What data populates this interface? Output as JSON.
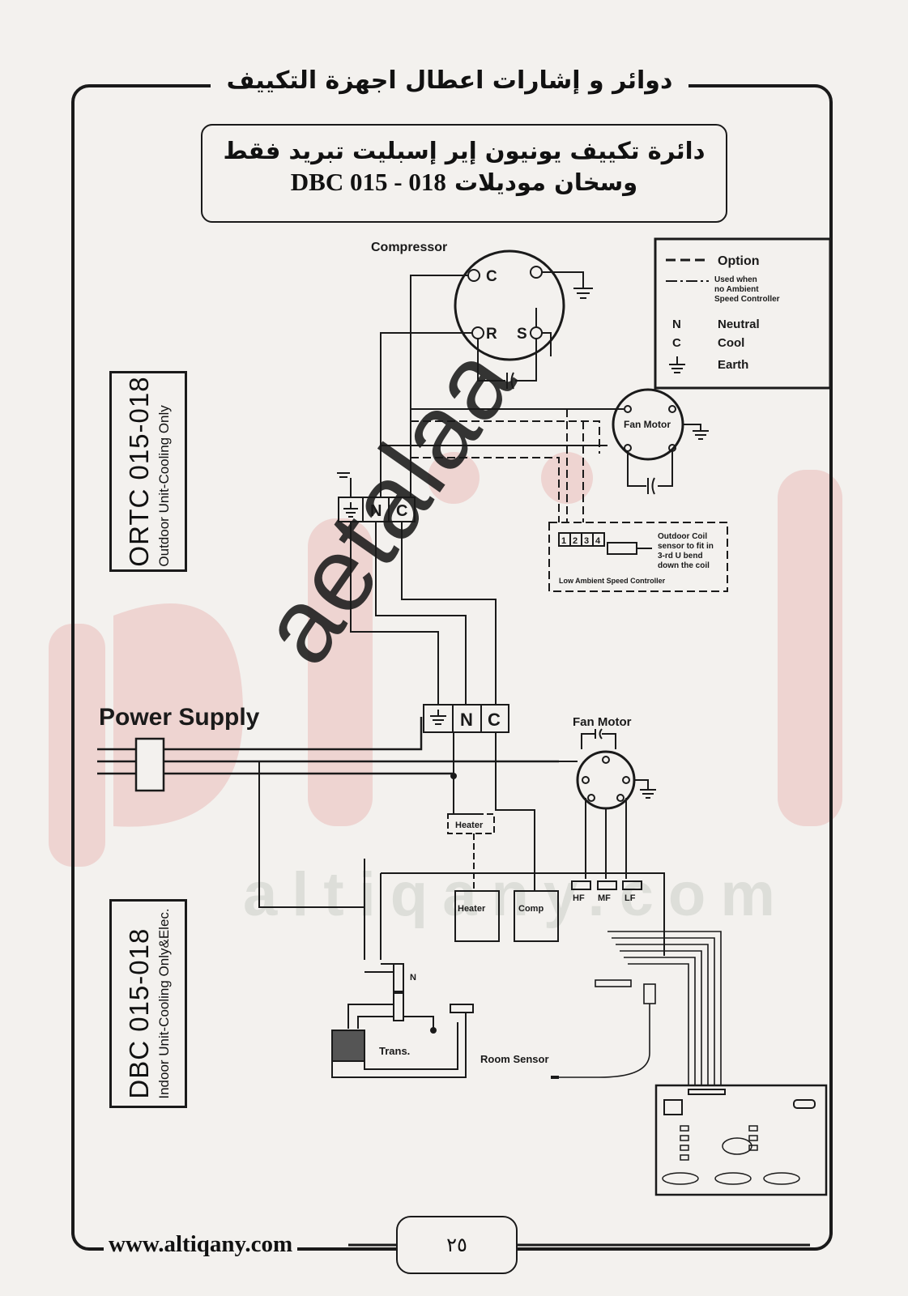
{
  "page_header": "دوائر و إشارات اعطال اجهزة التكييف",
  "title": {
    "line1": "دائرة تكييف يونيون إير إسبليت تبريد فقط",
    "line2_arabic": "وسخان موديلات",
    "line2_model": "DBC 015 - 018"
  },
  "outdoor_box": {
    "main": "ORTC 015-018",
    "sub": "Outdoor Unit-Cooling Only"
  },
  "indoor_box": {
    "main": "DBC 015-018",
    "sub": "Indoor Unit-Cooling Only&Elec."
  },
  "legend": {
    "option": "Option",
    "used_when": [
      "Used when",
      "no Ambient",
      "Speed Controller"
    ],
    "neutral_key": "N",
    "neutral": "Neutral",
    "cool_key": "C",
    "cool": "Cool",
    "earth": "Earth"
  },
  "labels": {
    "compressor": "Compressor",
    "comp_c": "C",
    "comp_r": "R",
    "comp_s": "S",
    "fan_motor_outdoor": "Fan Motor",
    "fan_motor_indoor": "Fan Motor",
    "terminal_n": "N",
    "terminal_c": "C",
    "coil_sensor": [
      "Outdoor Coil",
      "sensor to fit in",
      "3-rd U bend",
      "down the coil"
    ],
    "speed_controller": "Low Ambient Speed Controller",
    "speed_terminals": [
      "1",
      "2",
      "3",
      "4"
    ],
    "power_supply": "Power Supply",
    "heater": "Heater",
    "heater_relay": "Heater",
    "comp_relay": "Comp",
    "hf": "HF",
    "mf": "MF",
    "lf": "LF",
    "n_terminal": "N",
    "trans": "Trans.",
    "room_sensor": "Room Sensor"
  },
  "footer": {
    "url": "www.altiqany.com",
    "page_number": "٢٥"
  },
  "watermarks": {
    "diagonal": "aetalaa",
    "site": "altiqany.com"
  }
}
